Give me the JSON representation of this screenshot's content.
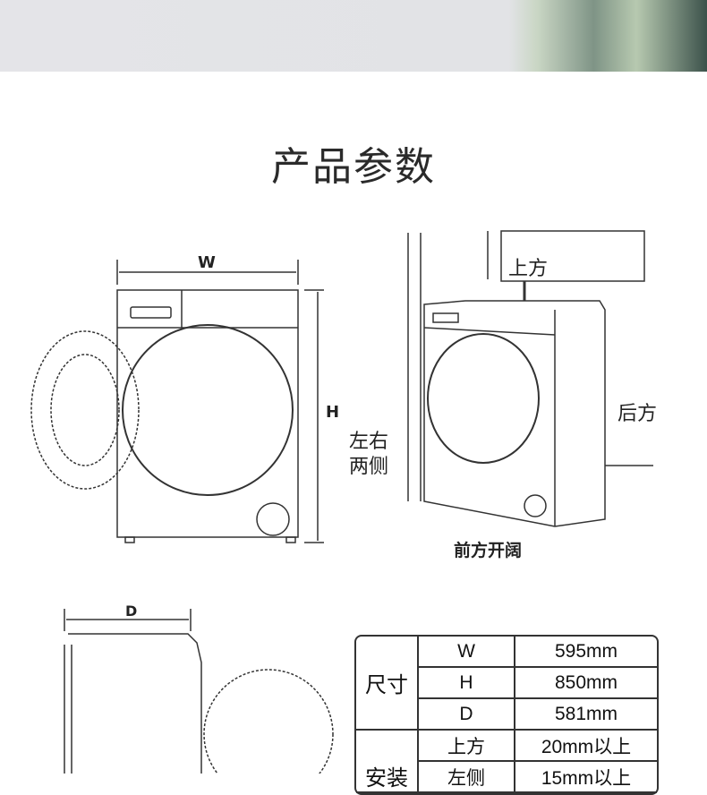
{
  "title": "产品参数",
  "front_diagram": {
    "width_label": "W",
    "height_label": "H"
  },
  "install_diagram": {
    "top": "上方",
    "back": "后方",
    "sides": "左右\n两侧",
    "front": "前方开阔"
  },
  "side_diagram": {
    "depth_label": "D"
  },
  "spec_table": {
    "size_group": "尺寸",
    "install_group": "安装",
    "rows": [
      {
        "key": "W",
        "value": "595mm"
      },
      {
        "key": "H",
        "value": "850mm"
      },
      {
        "key": "D",
        "value": "581mm"
      },
      {
        "key": "上方",
        "value": "20mm以上"
      },
      {
        "key": "左侧",
        "value": "15mm以上"
      }
    ]
  }
}
